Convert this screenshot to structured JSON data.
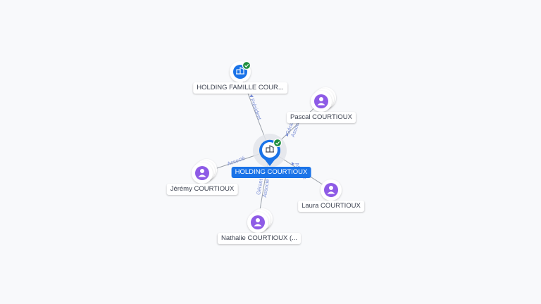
{
  "colors": {
    "company": "#1a73e8",
    "person": "#8e5be6",
    "edge": "#9aa0a8",
    "edge_label": "#7b8fd6",
    "check": "#1e8e3e"
  },
  "center": {
    "label": "HOLDING COURTIOUX",
    "icon": "company-icon",
    "verified": true
  },
  "parent": {
    "label": "HOLDING FAMILLE COUR...",
    "icon": "company-icon",
    "verified": true,
    "relation": "Président"
  },
  "people": [
    {
      "id": "pascal",
      "label": "Pascal COURTIOUX",
      "icon": "person-icon",
      "relation_1": "Gérant",
      "relation_2": "Associé"
    },
    {
      "id": "jeremy",
      "label": "Jérémy COURTIOUX",
      "icon": "person-icon",
      "relation_1": "Associé",
      "relation_2": ""
    },
    {
      "id": "laura",
      "label": "Laura COURTIOUX",
      "icon": "person-icon",
      "relation_1": "Associé",
      "relation_2": ""
    },
    {
      "id": "nathalie",
      "label": "Nathalie COURTIOUX (...",
      "icon": "person-icon",
      "relation_1": "Gérant",
      "relation_2": "Associé"
    }
  ]
}
